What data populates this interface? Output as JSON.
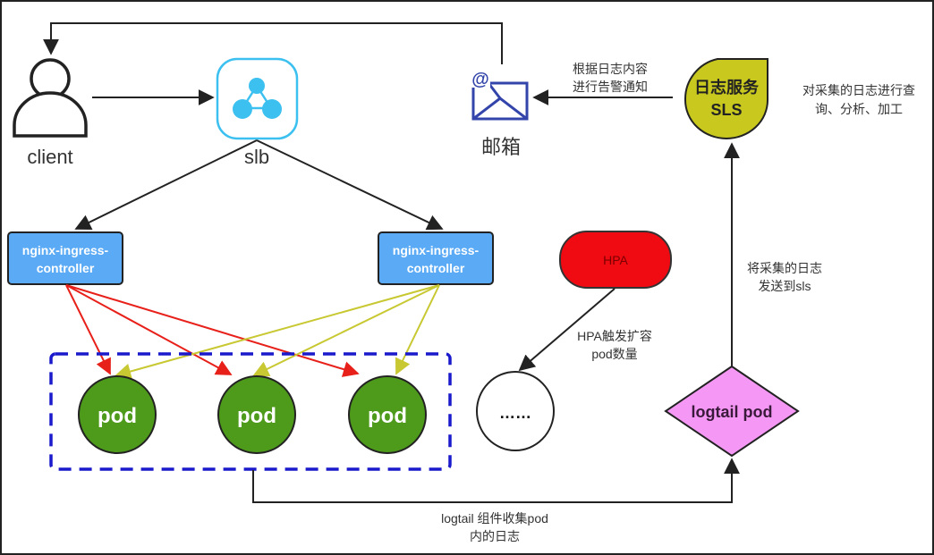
{
  "diagram": {
    "client": {
      "label": "client",
      "icon": "user-icon"
    },
    "slb": {
      "label": "slb",
      "icon": "load-balancer-icon",
      "color": "#3cc0f0"
    },
    "mailbox": {
      "label": "邮箱",
      "icon": "mail-icon",
      "color": "#3344aa"
    },
    "sls": {
      "line1": "日志服务",
      "line2": "SLS",
      "color": "#c8c81e",
      "note_line1": "对采集的日志进行查",
      "note_line2": "询、分析、加工"
    },
    "alert_note": {
      "line1": "根据日志内容",
      "line2": "进行告警通知"
    },
    "controllers": [
      {
        "line1": "nginx-ingress-",
        "line2": "controller",
        "color": "#5aaaf5",
        "edge_color": "#e8201a"
      },
      {
        "line1": "nginx-ingress-",
        "line2": "controller",
        "color": "#5aaaf5",
        "edge_color": "#c8c832"
      }
    ],
    "pods": [
      {
        "label": "pod",
        "color": "#4e9a1a"
      },
      {
        "label": "pod",
        "color": "#4e9a1a"
      },
      {
        "label": "pod",
        "color": "#4e9a1a"
      }
    ],
    "more_pods": {
      "label": "……"
    },
    "hpa": {
      "label": "HPA",
      "color": "#f00a12",
      "note_line1": "HPA触发扩容",
      "note_line2": "pod数量"
    },
    "logtail": {
      "label": "logtail pod",
      "color": "#f598f5"
    },
    "collect_note": {
      "line1": "logtail 组件收集pod",
      "line2": "内的日志"
    },
    "send_note": {
      "line1": "将采集的日志",
      "line2": "发送到sls"
    },
    "group_border_color": "#1a1acc"
  }
}
